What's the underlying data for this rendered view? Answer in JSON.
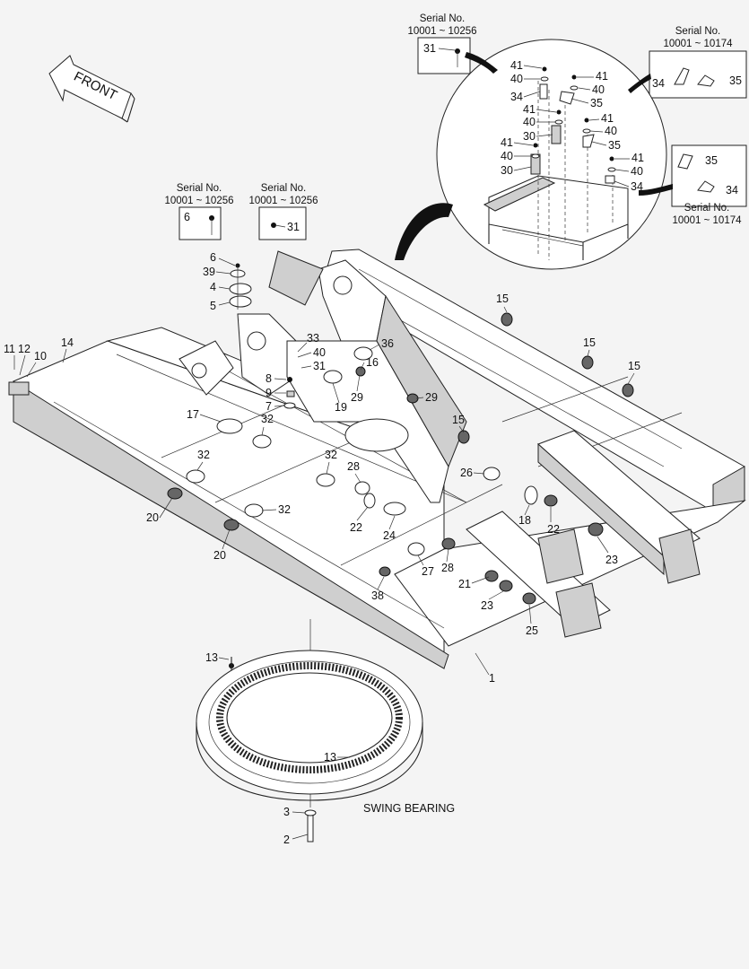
{
  "front_label": "FRONT",
  "swing_bearing_label": "SWING BEARING",
  "serial_boxes": [
    {
      "title": "Serial No.",
      "range": "10001 ~ 10256",
      "part": "31"
    },
    {
      "title": "Serial No.",
      "range": "10001 ~ 10174",
      "parts": [
        "34",
        "35"
      ]
    },
    {
      "title": "Serial No.",
      "range": "10001 ~ 10174",
      "parts": [
        "35",
        "34"
      ]
    },
    {
      "title": "Serial No.",
      "range": "10001 ~ 10256",
      "part": "6"
    },
    {
      "title": "Serial No.",
      "range": "10001 ~ 10256",
      "part": "31"
    }
  ],
  "callouts": [
    "1",
    "2",
    "3",
    "4",
    "5",
    "6",
    "7",
    "8",
    "9",
    "10",
    "11",
    "12",
    "13",
    "14",
    "15",
    "16",
    "17",
    "18",
    "19",
    "20",
    "21",
    "22",
    "23",
    "24",
    "25",
    "26",
    "27",
    "28",
    "29",
    "30",
    "31",
    "32",
    "33",
    "34",
    "35",
    "36",
    "38",
    "39",
    "40",
    "41"
  ],
  "labels": {
    "l1": "1",
    "l2": "2",
    "l3": "3",
    "l4": "4",
    "l5": "5",
    "l6": "6",
    "l7": "7",
    "l8": "8",
    "l9": "9",
    "l10": "10",
    "l11": "11",
    "l12": "12",
    "l13": "13",
    "l14": "14",
    "l15": "15",
    "l16": "16",
    "l17": "17",
    "l18": "18",
    "l19": "19",
    "l20": "20",
    "l21": "21",
    "l22": "22",
    "l23": "23",
    "l24": "24",
    "l25": "25",
    "l26": "26",
    "l27": "27",
    "l28": "28",
    "l29": "29",
    "l30": "30",
    "l31": "31",
    "l32": "32",
    "l33": "33",
    "l34": "34",
    "l35": "35",
    "l36": "36",
    "l38": "38",
    "l39": "39",
    "l40": "40",
    "l41": "41"
  }
}
